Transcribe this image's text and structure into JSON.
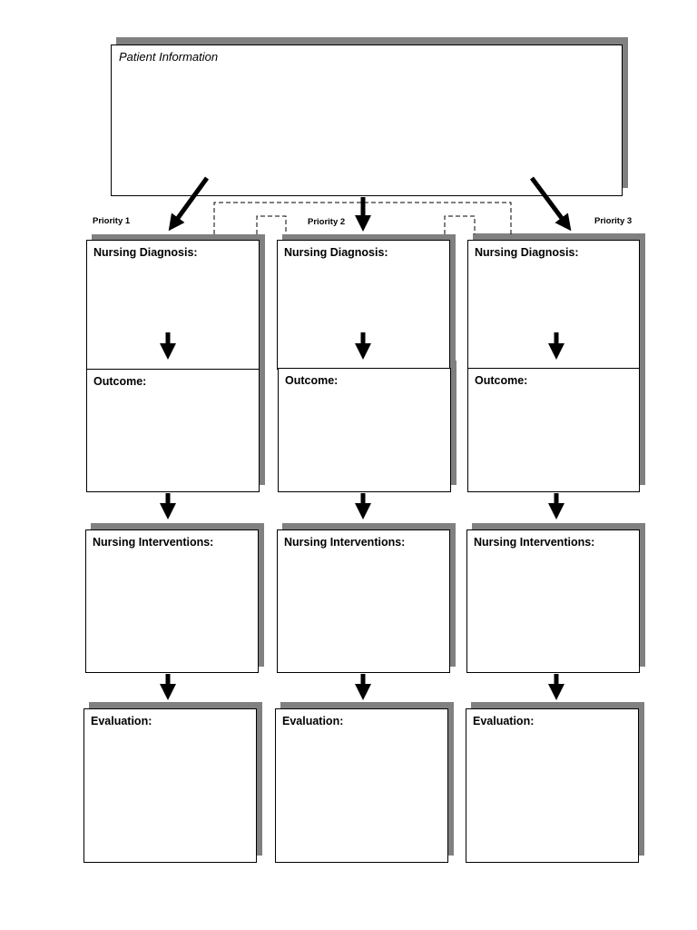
{
  "patient": {
    "label": "Patient Information"
  },
  "priorities": [
    {
      "label": "Priority 1"
    },
    {
      "label": "Priority 2"
    },
    {
      "label": "Priority 3"
    }
  ],
  "stages": {
    "diagnosis": "Nursing Diagnosis:",
    "outcome": "Outcome:",
    "interventions": "Nursing Interventions:",
    "evaluation": "Evaluation:"
  },
  "colors": {
    "shadow": "#808080",
    "border": "#000000",
    "background": "#ffffff"
  }
}
